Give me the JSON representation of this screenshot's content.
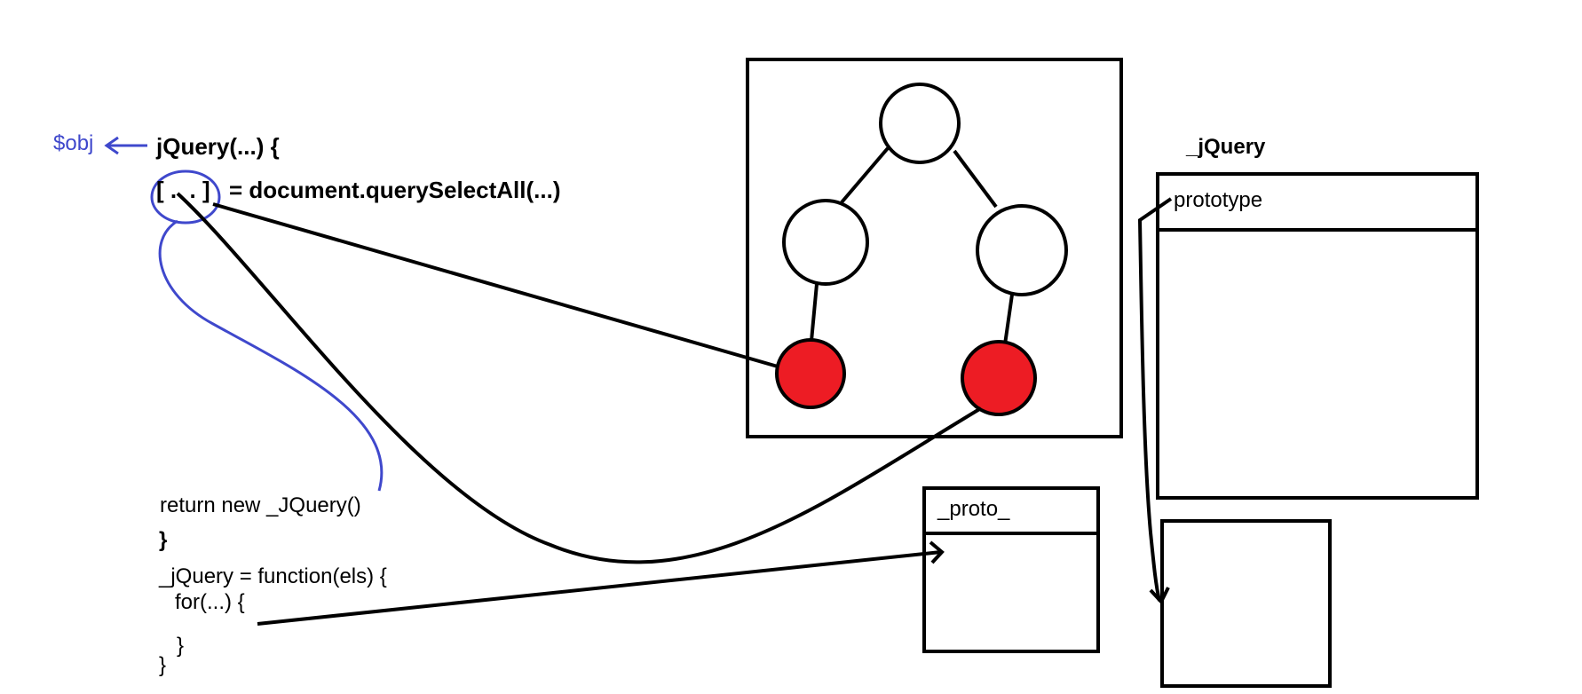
{
  "code": {
    "obj_label": "$obj",
    "jquery_signature": "jQuery(...) {",
    "array_placeholder": "[ .  . ]",
    "query_assignment": "= document.querySelectAll(...)",
    "return_statement": "return new _JQuery()",
    "close_brace_1": "}",
    "jquery_def": "_jQuery = function(els) {",
    "for_loop": "for(...) {",
    "close_brace_inner": "}",
    "close_brace_outer": "}"
  },
  "boxes": {
    "jquery_title": "_jQuery",
    "prototype_label": "prototype",
    "proto_label": "_proto_"
  },
  "colors": {
    "ink": "#000000",
    "blue": "#3f48cc",
    "red": "#ed1c24"
  }
}
